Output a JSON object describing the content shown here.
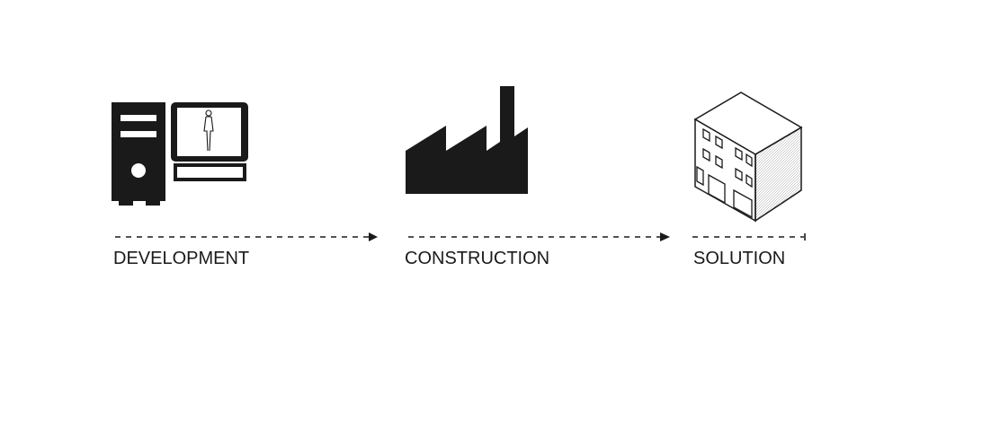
{
  "diagram": {
    "stages": [
      {
        "label": "DEVELOPMENT",
        "icon": "computer-icon"
      },
      {
        "label": "CONSTRUCTION",
        "icon": "factory-icon"
      },
      {
        "label": "SOLUTION",
        "icon": "building-icon"
      }
    ],
    "colors": {
      "ink": "#1a1a1a",
      "background": "#ffffff"
    }
  }
}
